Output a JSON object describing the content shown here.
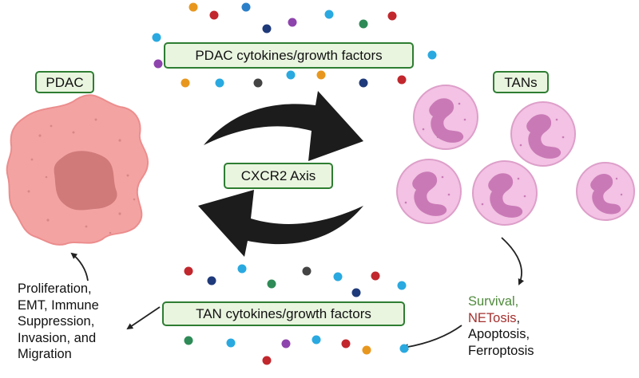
{
  "labels": {
    "pdac": "PDAC",
    "tans": "TANs",
    "pdac_factors": "PDAC cytokines/growth factors",
    "tan_factors": "TAN cytokines/growth factors",
    "axis": "CXCR2 Axis"
  },
  "pdac_effects": {
    "lines": [
      "Proliferation,",
      "EMT, Immune",
      "Suppression,",
      "Invasion, and",
      "Migration"
    ]
  },
  "tan_fates": {
    "survival": "Survival,",
    "netosis": "NETosis",
    "netosis_comma": ",",
    "apoptosis": "Apoptosis,",
    "ferroptosis": "Ferroptosis"
  },
  "colors": {
    "box_fill": "#e9f5df",
    "box_border": "#2e7d32",
    "tumor_fill": "#f4a3a3",
    "tumor_nucleus": "#d07a7a",
    "neutrophil_fill": "#f3c2e4",
    "neutrophil_nucleus": "#c97ab6",
    "arrow": "#1c1c1c",
    "survival_text": "#4f8a3c",
    "netosis_text": "#a4302e",
    "dot_palette": [
      "#e8971e",
      "#c1272d",
      "#2b7fc9",
      "#8e44ad",
      "#2e8b57",
      "#1f3a7a",
      "#444444",
      "#29a9e0"
    ]
  }
}
